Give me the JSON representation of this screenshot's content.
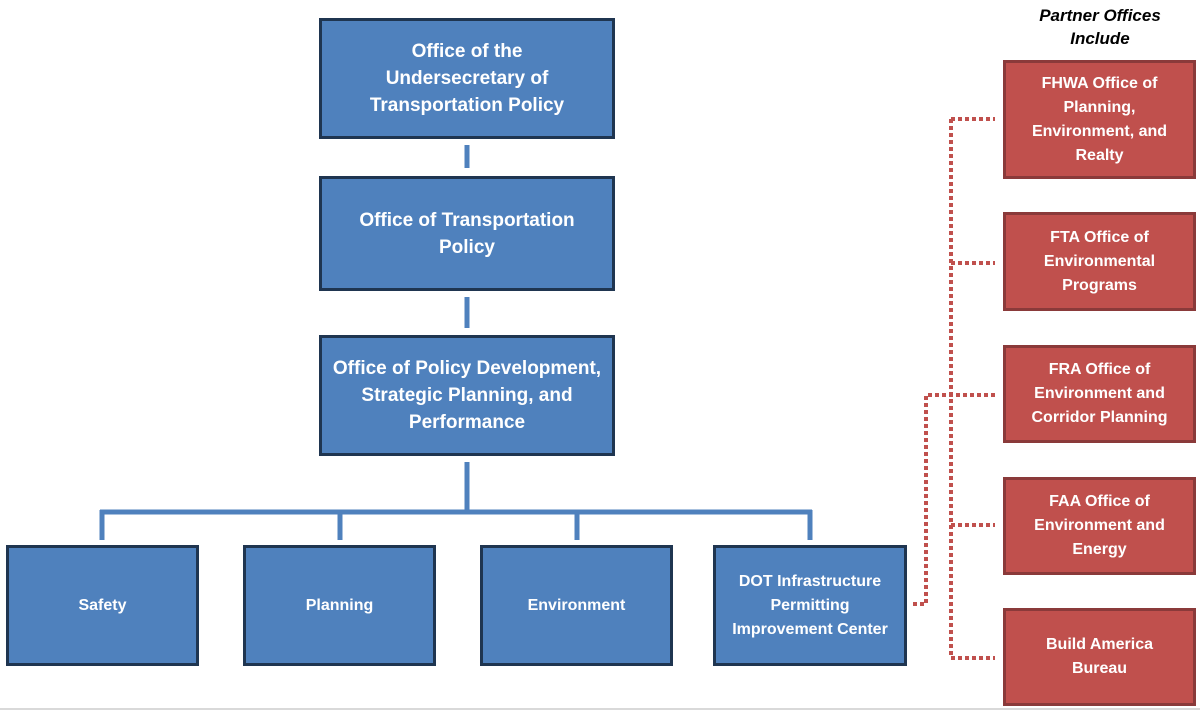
{
  "partner_heading": "Partner Offices Include",
  "chain": {
    "under_secretary": "Office of the Undersecretary of Transportation Policy",
    "transportation_policy": "Office of Transportation Policy",
    "policy_development": "Office of Policy Development, Strategic Planning, and Performance"
  },
  "divisions": {
    "safety": "Safety",
    "planning": "Planning",
    "environment": "Environment",
    "infrastructure": "DOT Infrastructure Permitting Improvement Center"
  },
  "partners": {
    "fhwa": "FHWA Office of Planning, Environment, and Realty",
    "fta": "FTA Office of Environmental Programs",
    "fra": "FRA Office of Environment and Corridor Planning",
    "faa": "FAA Office of Environment and Energy",
    "build_america": "Build America Bureau"
  },
  "colors": {
    "blue_box": "#4f81bd",
    "red_box": "#c0504d",
    "solid_connector": "#4f81bd",
    "dotted_connector": "#c0504d"
  }
}
